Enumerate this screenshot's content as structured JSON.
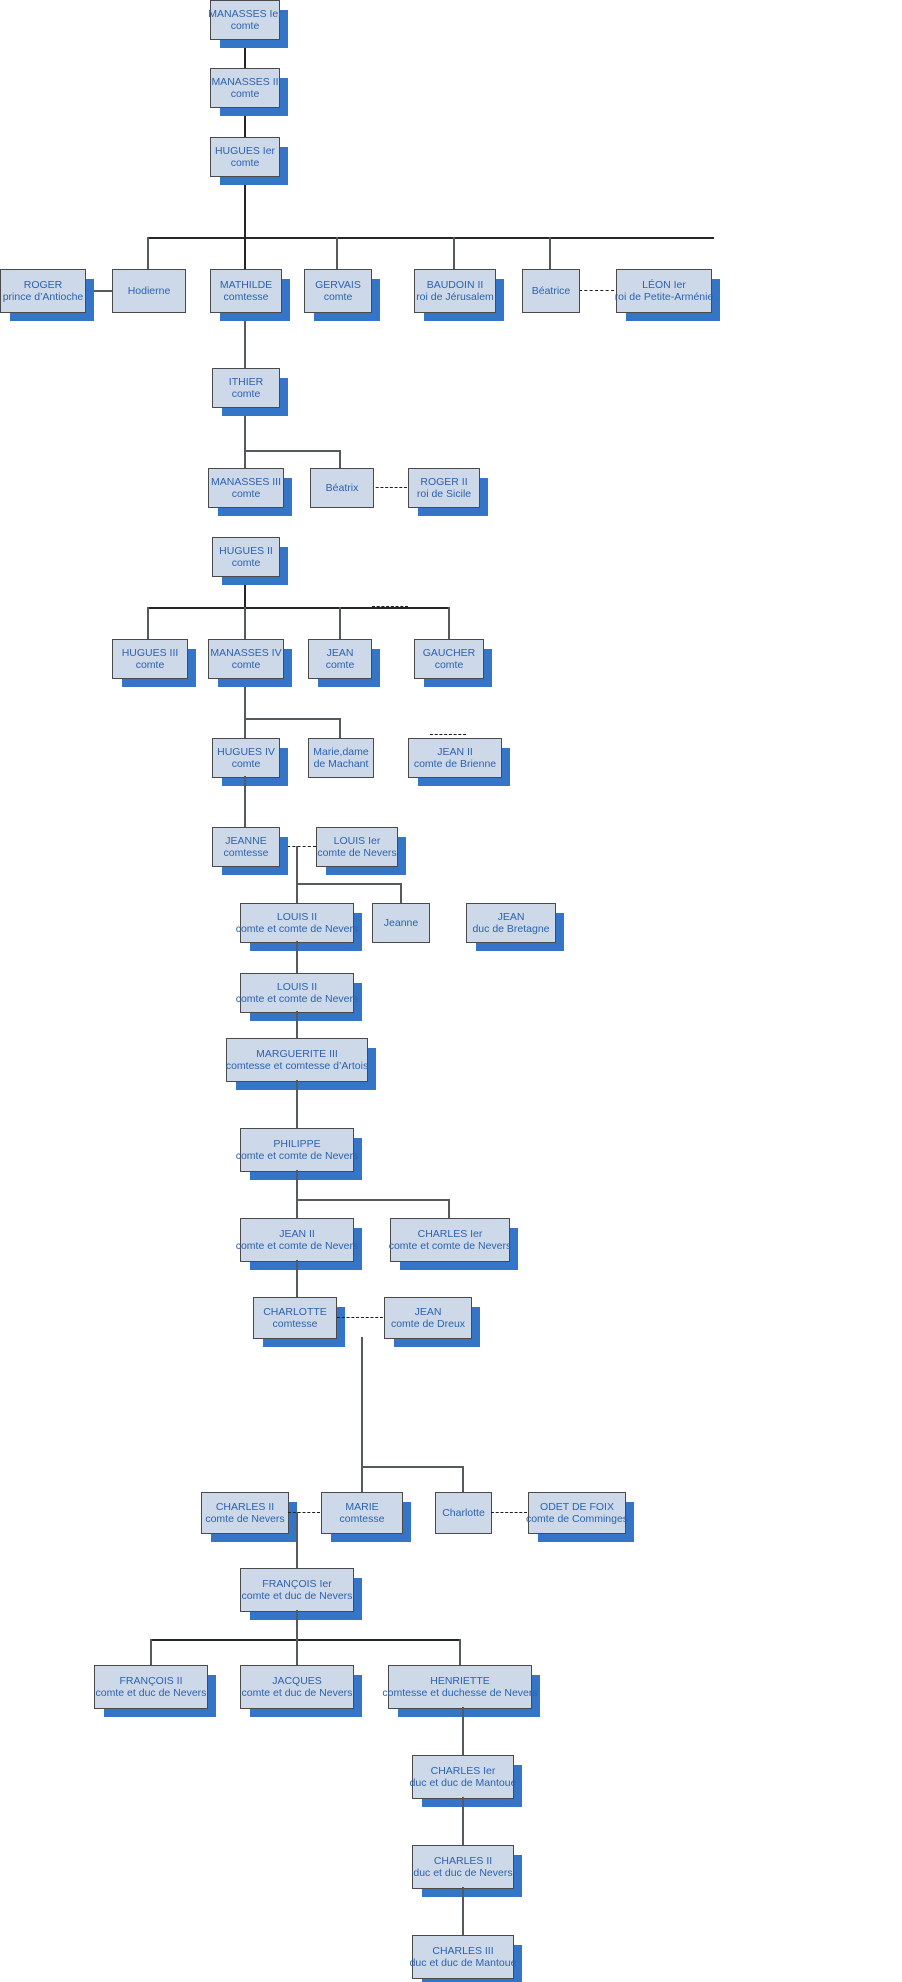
{
  "diagram": {
    "title": "Genealogie des comtes de Rethel et de Nevers",
    "type": "family-tree",
    "box_fill": "#cdd8e8",
    "box_border": "#4a4a4a",
    "shadow_color": "#3575c8",
    "text_color": "#2c63b0",
    "line_color": "#555a5e",
    "background": "#ffffff"
  },
  "nodes": [
    {
      "id": "manasses1",
      "l1": "MANASSES Ier",
      "l2": "comte"
    },
    {
      "id": "manasses2",
      "l1": "MANASSES II",
      "l2": "comte"
    },
    {
      "id": "hugues1",
      "l1": "HUGUES Ier",
      "l2": "comte"
    },
    {
      "id": "roger",
      "l1": "ROGER",
      "l2": "prince d’Antioche"
    },
    {
      "id": "hodierne",
      "l1": "Hodierne",
      "l2": ""
    },
    {
      "id": "mathilde",
      "l1": "MATHILDE",
      "l2": "comtesse"
    },
    {
      "id": "gervais",
      "l1": "GERVAIS",
      "l2": "comte"
    },
    {
      "id": "baudoin2",
      "l1": "BAUDOIN II",
      "l2": "roi de Jérusalem"
    },
    {
      "id": "beatrice",
      "l1": "Béatrice",
      "l2": ""
    },
    {
      "id": "leon1",
      "l1": "LÉON Ier",
      "l2": "roi de Petite-Arménie"
    },
    {
      "id": "ithier",
      "l1": "ITHIER",
      "l2": "comte"
    },
    {
      "id": "manasses3",
      "l1": "MANASSES III",
      "l2": "comte"
    },
    {
      "id": "beatrix",
      "l1": "Béatrix",
      "l2": ""
    },
    {
      "id": "roger2",
      "l1": "ROGER II",
      "l2": "roi de Sicile"
    },
    {
      "id": "hugues2",
      "l1": "HUGUES II",
      "l2": "comte"
    },
    {
      "id": "hugues3",
      "l1": "HUGUES III",
      "l2": "comte"
    },
    {
      "id": "manasses4",
      "l1": "MANASSES IV",
      "l2": "comte"
    },
    {
      "id": "jean",
      "l1": "JEAN",
      "l2": "comte"
    },
    {
      "id": "gaucher",
      "l1": "GAUCHER",
      "l2": "comte"
    },
    {
      "id": "hugues4",
      "l1": "HUGUES IV",
      "l2": "comte"
    },
    {
      "id": "marie_mach",
      "l1": "Marie,dame",
      "l2": "de Machant"
    },
    {
      "id": "jean2_bri",
      "l1": "JEAN II",
      "l2": "comte de Brienne"
    },
    {
      "id": "jeanne_c",
      "l1": "JEANNE",
      "l2": "comtesse"
    },
    {
      "id": "louis1",
      "l1": "LOUIS Ier",
      "l2": "comte de Nevers"
    },
    {
      "id": "louis2a",
      "l1": "LOUIS II",
      "l2": "comte et comte de Nevers"
    },
    {
      "id": "jeanne_s",
      "l1": "Jeanne",
      "l2": ""
    },
    {
      "id": "jean_bret",
      "l1": "JEAN",
      "l2": "duc de Bretagne"
    },
    {
      "id": "louis2b",
      "l1": "LOUIS II",
      "l2": "comte et comte de Nevers"
    },
    {
      "id": "marguerite3",
      "l1": "MARGUERITE III",
      "l2": "comtesse et comtesse d’Artois"
    },
    {
      "id": "philippe",
      "l1": "PHILIPPE",
      "l2": "comte et comte de Nevers"
    },
    {
      "id": "jean2_nev",
      "l1": "JEAN II",
      "l2": "comte et comte de Nevers"
    },
    {
      "id": "charles1_n",
      "l1": "CHARLES Ier",
      "l2": "comte et comte de Nevers"
    },
    {
      "id": "charlotte_c",
      "l1": "CHARLOTTE",
      "l2": "comtesse"
    },
    {
      "id": "jean_dreux",
      "l1": "JEAN",
      "l2": "comte de Dreux"
    },
    {
      "id": "charles2_n",
      "l1": "CHARLES II",
      "l2": "comte de Nevers"
    },
    {
      "id": "marie_c",
      "l1": "MARIE",
      "l2": "comtesse"
    },
    {
      "id": "charlotte_s",
      "l1": "Charlotte",
      "l2": ""
    },
    {
      "id": "odet",
      "l1": "ODET DE FOIX",
      "l2": "comte de Comminges"
    },
    {
      "id": "francois1",
      "l1": "FRANÇOIS Ier",
      "l2": "comte et duc de Nevers"
    },
    {
      "id": "francois2",
      "l1": "FRANÇOIS II",
      "l2": "comte et duc de Nevers"
    },
    {
      "id": "jacques",
      "l1": "JACQUES",
      "l2": "comte et duc de Nevers"
    },
    {
      "id": "henriette",
      "l1": "HENRIETTE",
      "l2": "comtesse et duchesse de Nevers"
    },
    {
      "id": "charles1_m",
      "l1": "CHARLES Ier",
      "l2": "duc et duc de Mantoue"
    },
    {
      "id": "charles2_m",
      "l1": "CHARLES II",
      "l2": "duc et duc de Nevers"
    },
    {
      "id": "charles3_m",
      "l1": "CHARLES III",
      "l2": "duc et duc de Mantoue"
    }
  ]
}
